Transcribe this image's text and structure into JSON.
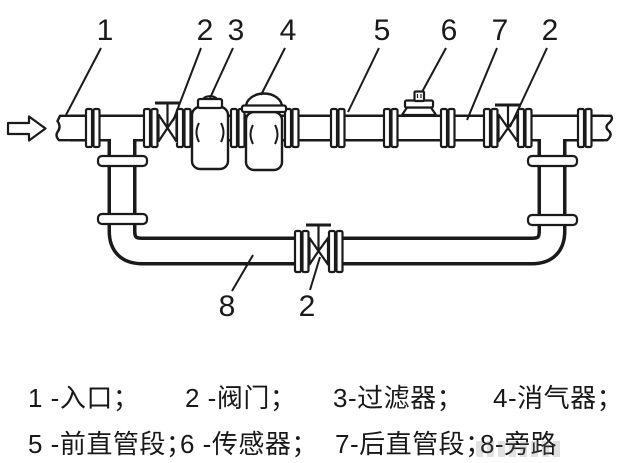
{
  "diagram": {
    "callouts": {
      "inlet": "1",
      "inlet_valve": "2",
      "filter": "3",
      "air_eliminator": "4",
      "front_straight_section": "5",
      "sensor": "6",
      "rear_straight_section": "7",
      "outlet_valve": "2",
      "bypass": "8",
      "bypass_valve": "2"
    },
    "icons": {
      "inlet_arrow": "hollow-right-arrow"
    }
  },
  "legend": {
    "row1": [
      "1 -入口；",
      "2 -阀门；",
      "3-过滤器；",
      "4-消气器；"
    ],
    "row2": [
      "5 -前直管段；",
      "6 -传感器；",
      "7-后直管段；",
      "8-旁路"
    ]
  },
  "colors": {
    "line": "#1a1a1a",
    "background": "#ffffff"
  }
}
